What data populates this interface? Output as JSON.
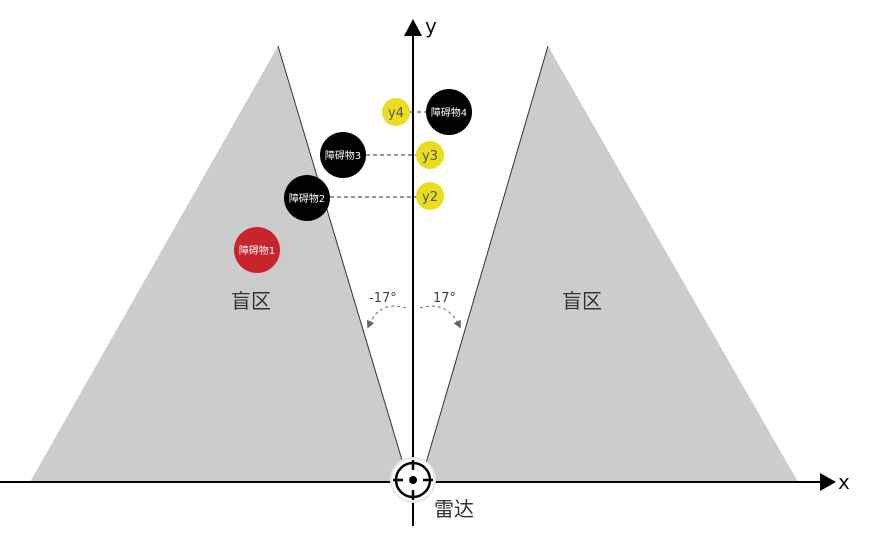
{
  "axes": {
    "x_label": "x",
    "y_label": "y"
  },
  "blind_zones": {
    "left_label": "盲区",
    "right_label": "盲区",
    "fill_color": "#cccccc"
  },
  "angles": {
    "left": "-17°",
    "right": "17°"
  },
  "radar": {
    "label": "雷达"
  },
  "obstacles": [
    {
      "label": "障碍物1",
      "color": "#c8242b"
    },
    {
      "label": "障碍物2",
      "color": "#000000"
    },
    {
      "label": "障碍物3",
      "color": "#000000"
    },
    {
      "label": "障碍物4",
      "color": "#000000"
    }
  ],
  "y_markers": [
    {
      "label": "y2",
      "color": "#e8dd1e"
    },
    {
      "label": "y3",
      "color": "#e8dd1e"
    },
    {
      "label": "y4",
      "color": "#e8dd1e"
    }
  ]
}
